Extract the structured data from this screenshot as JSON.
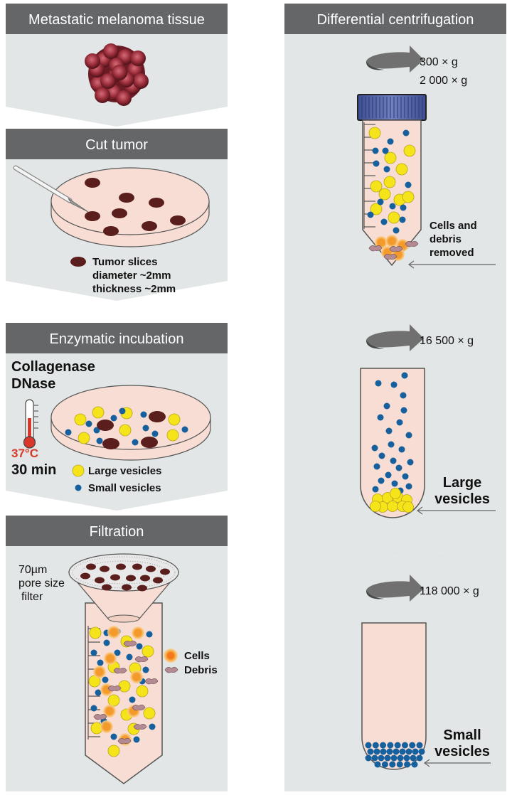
{
  "left": {
    "panels": [
      {
        "title": "Metastatic melanoma tissue"
      },
      {
        "title": "Cut tumor",
        "legend": [
          "Tumor slices",
          "diameter ~2mm",
          "thickness ~2mm"
        ]
      },
      {
        "title": "Enzymatic incubation",
        "reagents": [
          "Collagenase",
          "DNase"
        ],
        "temperature": "37°C",
        "time": "30 min",
        "legend_large": "Large vesicles",
        "legend_small": "Small vesicles"
      },
      {
        "title": "Filtration",
        "filter_label": [
          "70µm",
          "pore size",
          "filter"
        ],
        "legend_cells": "Cells",
        "legend_debris": "Debris"
      }
    ]
  },
  "right": {
    "title": "Differential centrifugation",
    "steps": [
      {
        "speeds": [
          "300 × g",
          "2 000 × g"
        ],
        "note": [
          "Cells and",
          "debris",
          "removed"
        ]
      },
      {
        "speeds": [
          "16 500 × g"
        ],
        "note": [
          "Large",
          "vesicles"
        ]
      },
      {
        "speeds": [
          "118 000 × g"
        ],
        "note": [
          "Small",
          "vesicles"
        ]
      }
    ]
  },
  "colors": {
    "panel": "#e2e6e6",
    "header": "#646668",
    "fluid": "#f7ddd3",
    "tumor": "#5a1f1c",
    "large_vesicle": "#f6e41a",
    "small_vesicle": "#16609e",
    "cell": "#f39a2b",
    "cap": "#4d5ea0",
    "thermo": "#d8372a"
  }
}
